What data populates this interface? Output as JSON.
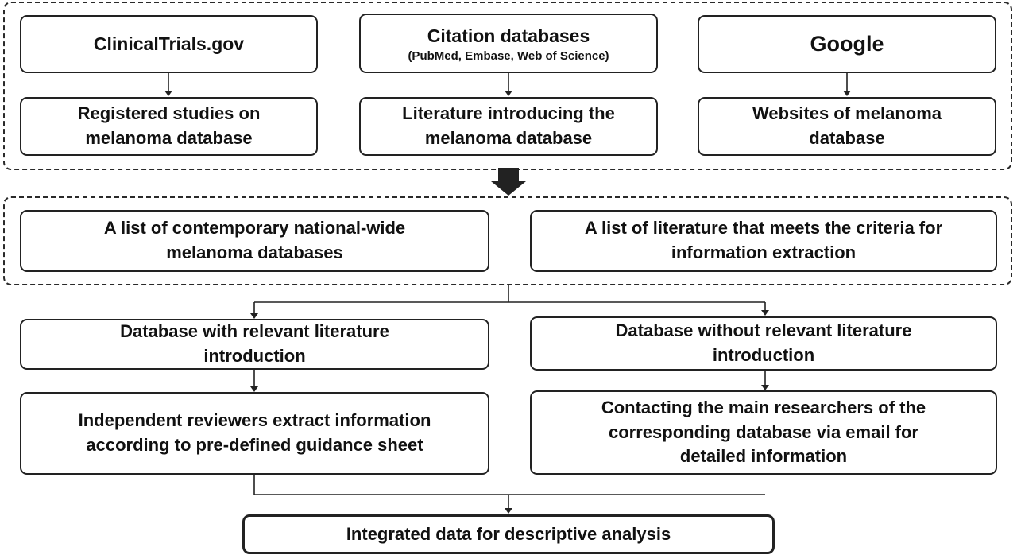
{
  "sources": {
    "clinicaltrials": {
      "title": "ClinicalTrials.gov"
    },
    "citation": {
      "title": "Citation databases",
      "subtitle": "(PubMed, Embase, Web of Science)"
    },
    "google": {
      "title": "Google"
    }
  },
  "source_results": {
    "registered_studies": {
      "line1": "Registered studies on",
      "line2": "melanoma database"
    },
    "literature_intro": {
      "line1": "Literature introducing the",
      "line2": "melanoma database"
    },
    "websites": {
      "line1": "Websites of melanoma",
      "line2": "database"
    }
  },
  "lists": {
    "databases_list": {
      "line1": "A list of contemporary national-wide",
      "line2": "melanoma databases"
    },
    "literature_list": {
      "line1": "A list of literature that meets the criteria for",
      "line2": "information extraction"
    }
  },
  "branches": {
    "with_literature": {
      "line1": "Database with relevant literature",
      "line2": "introduction"
    },
    "without_literature": {
      "line1": "Database without relevant literature",
      "line2": "introduction"
    }
  },
  "actions": {
    "reviewers": {
      "line1": "Independent reviewers extract information",
      "line2": "according to pre-defined guidance sheet"
    },
    "contacting": {
      "line1": "Contacting the main researchers of the",
      "line2": "corresponding database via email for",
      "line3": "detailed information"
    }
  },
  "final": {
    "title": "Integrated data for descriptive analysis"
  },
  "colors": {
    "line": "#222222",
    "background": "#ffffff"
  }
}
